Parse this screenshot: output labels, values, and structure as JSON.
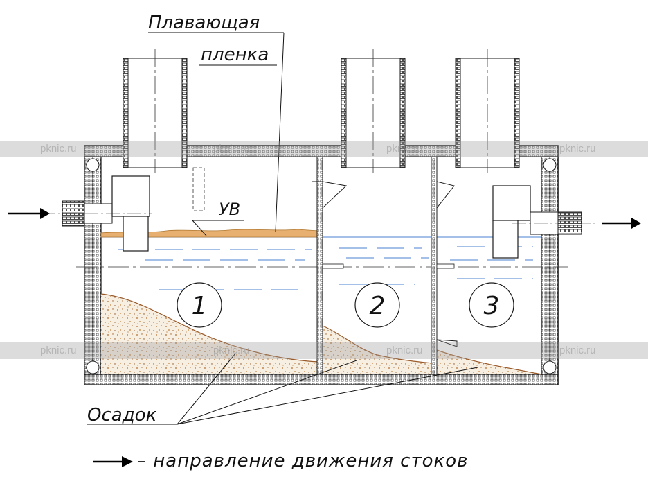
{
  "labels": {
    "floating_film_line1": "Плавающая",
    "floating_film_line2": "пленка",
    "water_level": "УВ",
    "sediment": "Осадок",
    "legend": "– направление движения стоков"
  },
  "chambers": [
    "1",
    "2",
    "3"
  ],
  "watermark": "pknic.ru",
  "colors": {
    "outline": "#1a1a1a",
    "wall_hatch": "#333333",
    "water_line": "#4a7fd0",
    "sediment_fill": "#f6ecdc",
    "sediment_edge": "#9a5a2a",
    "film": "#e8b070",
    "watermark_bg": "#9a9a9a"
  }
}
